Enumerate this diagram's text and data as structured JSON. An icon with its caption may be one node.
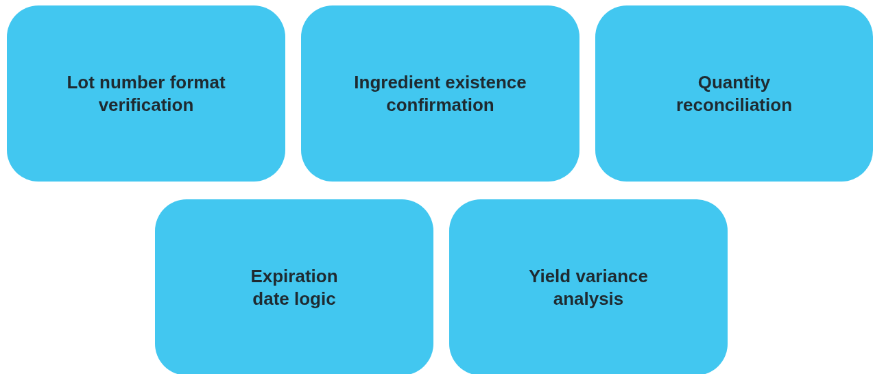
{
  "diagram": {
    "nodes": [
      {
        "text": [
          "Lot number format verification"
        ]
      },
      {
        "text": [
          "Ingredient existence confirmation"
        ]
      },
      {
        "text": [
          "Quantity reconciliation"
        ]
      },
      {
        "text": [
          "Expiration date logic"
        ]
      },
      {
        "text": [
          "Yield variance analysis"
        ]
      }
    ]
  }
}
